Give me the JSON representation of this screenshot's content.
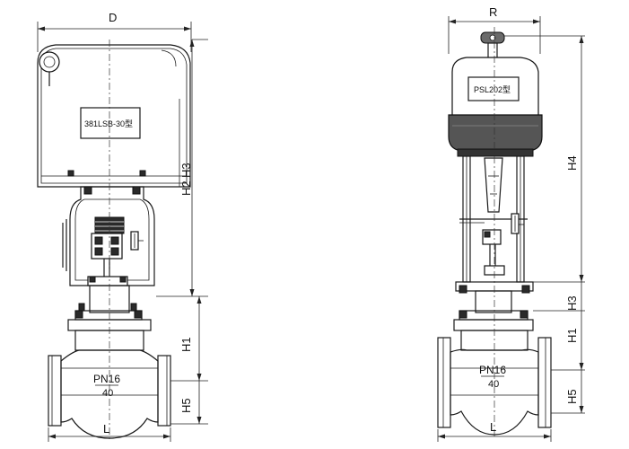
{
  "left_valve": {
    "label_plate": "381LSB-30型",
    "nameplate_pressure": "PN16",
    "nameplate_size": "40",
    "dimensions": {
      "D": "D",
      "H3": "H3",
      "H2": "H2",
      "H1": "H1",
      "H5": "H5",
      "L": "L"
    }
  },
  "right_valve": {
    "label_plate": "PSL202型",
    "nameplate_pressure": "PN16",
    "nameplate_size": "40",
    "dimensions": {
      "R": "R",
      "H4": "H4",
      "H3": "H3",
      "H1": "H1",
      "H5": "H5",
      "L": "L"
    }
  }
}
